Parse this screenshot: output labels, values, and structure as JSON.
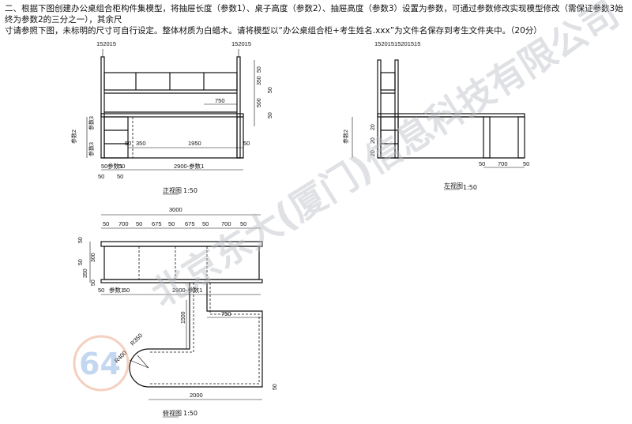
{
  "question": {
    "line1": "二、根据下图创建办公桌组合柜构件集模型，将抽屉长度（参数1）、桌子高度（参数2）、抽屉高度（参数3）设置为参数，可通过参数修改实现模型修改（需保证参数3始终为参数2的三分之一），其余尺",
    "line2": "寸请参照下图，未标明的尺寸可自行设定。整体材质为白蜡木。请将模型以“办公桌组合柜+考生姓名.xxx”为文件名保存到考生文件夹中。（20分）"
  },
  "front_view": {
    "caption": "正视图",
    "scale": "1:50",
    "dims": {
      "top_left": "152015",
      "top_right": "152015",
      "h50a": "50",
      "h350": "350",
      "h50b": "50",
      "h500": "500",
      "h50c": "50",
      "w750": "750",
      "w50l": "50",
      "w350": "350",
      "w1950": "1950",
      "w50r": "50",
      "bottom_total": "2900-参数1",
      "b50a": "50",
      "b_param1": "参数1",
      "b50b": "50",
      "param2": "参数2",
      "param3a": "参数3",
      "param3b": "参数3"
    }
  },
  "left_view": {
    "caption": "左视图",
    "scale": "1:50",
    "dims": {
      "top": "15201515201515",
      "d20a": "20",
      "d20b": "20",
      "d20c": "20",
      "param2": "参数2",
      "b50a": "50",
      "b700": "700",
      "b50b": "50"
    }
  },
  "plan_view": {
    "caption": "俯视图",
    "scale": "1:50",
    "dims": {
      "total": "3000",
      "s50a": "50",
      "s700a": "700",
      "s50b": "50",
      "s675a": "675",
      "s50c": "50",
      "s675b": "675",
      "s50d": "50",
      "s700b": "700",
      "s50e": "50",
      "v50a": "50",
      "v300": "300",
      "v50b": "50",
      "v350": "350",
      "v50c": "50",
      "b50a": "50",
      "b_param1": "参数1",
      "b50b": "50",
      "b_total": "2900-参数1",
      "v1500": "1500",
      "w750": "750",
      "r350": "R350",
      "r400": "R400",
      "w2000": "2000",
      "v50d": "50"
    }
  },
  "watermark": {
    "text": "北京东大(厦门)信息科技有限公司",
    "logo": "64"
  }
}
